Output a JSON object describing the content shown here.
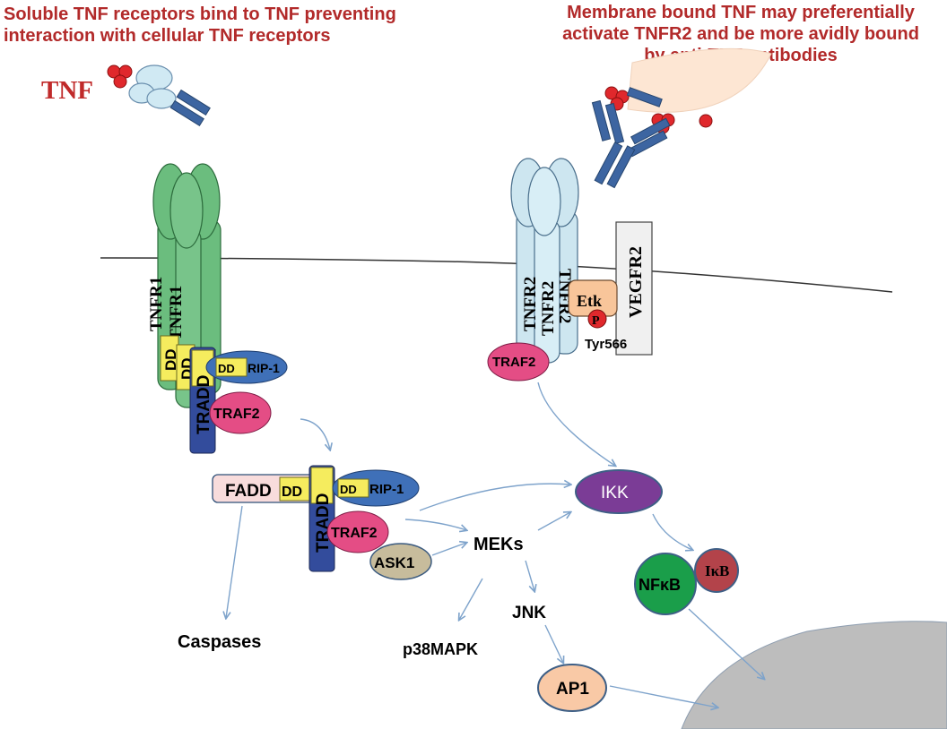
{
  "captions": {
    "soluble_line1": "Soluble TNF receptors bind to TNF preventing",
    "soluble_line2": "interaction with cellular TNF receptors",
    "membrane_line1": "Membrane bound TNF may preferentially",
    "membrane_line2": "activate TNFR2 and be more avidly bound",
    "membrane_line3": "by anti-TNF antibodies"
  },
  "labels": {
    "tnf": "TNF",
    "tnfr1": "TNFR1",
    "tnfr2": "TNFR2",
    "vegfr2": "VEGFR2",
    "etk": "Etk",
    "p": "P",
    "tyr566": "Tyr566",
    "dd": "DD",
    "tradd": "TRADD",
    "rip1": "RIP-1",
    "traf2": "TRAF2",
    "fadd": "FADD",
    "ask1": "ASK1",
    "ikk": "IKK",
    "meks": "MEKs",
    "jnk": "JNK",
    "p38mapk": "p38MAPK",
    "caspases": "Caspases",
    "ap1": "AP1",
    "nfkb": "NFκB",
    "ikb": "IκB"
  },
  "colors": {
    "caption_red": "#b22a2a",
    "tnfr1_green": "#6bbd7e",
    "tnfr2_blue": "#cde6f0",
    "dd_yellow": "#f5ec5e",
    "tradd_navy": "#334c9c",
    "rip_blue": "#3f70b8",
    "traf_pink": "#e44d85",
    "ikk_purple": "#7b3c96",
    "nfkb_green": "#1a9e4a",
    "ikb_red": "#b3434a",
    "etk_peach": "#f8c59a",
    "ap1_peach": "#f9c9a6",
    "ask_tan": "#c7bc9c",
    "nucleus_gray": "#bdbdbd",
    "arrow_blue": "#7ea3cb",
    "antibody_blue": "#3d65a1"
  }
}
